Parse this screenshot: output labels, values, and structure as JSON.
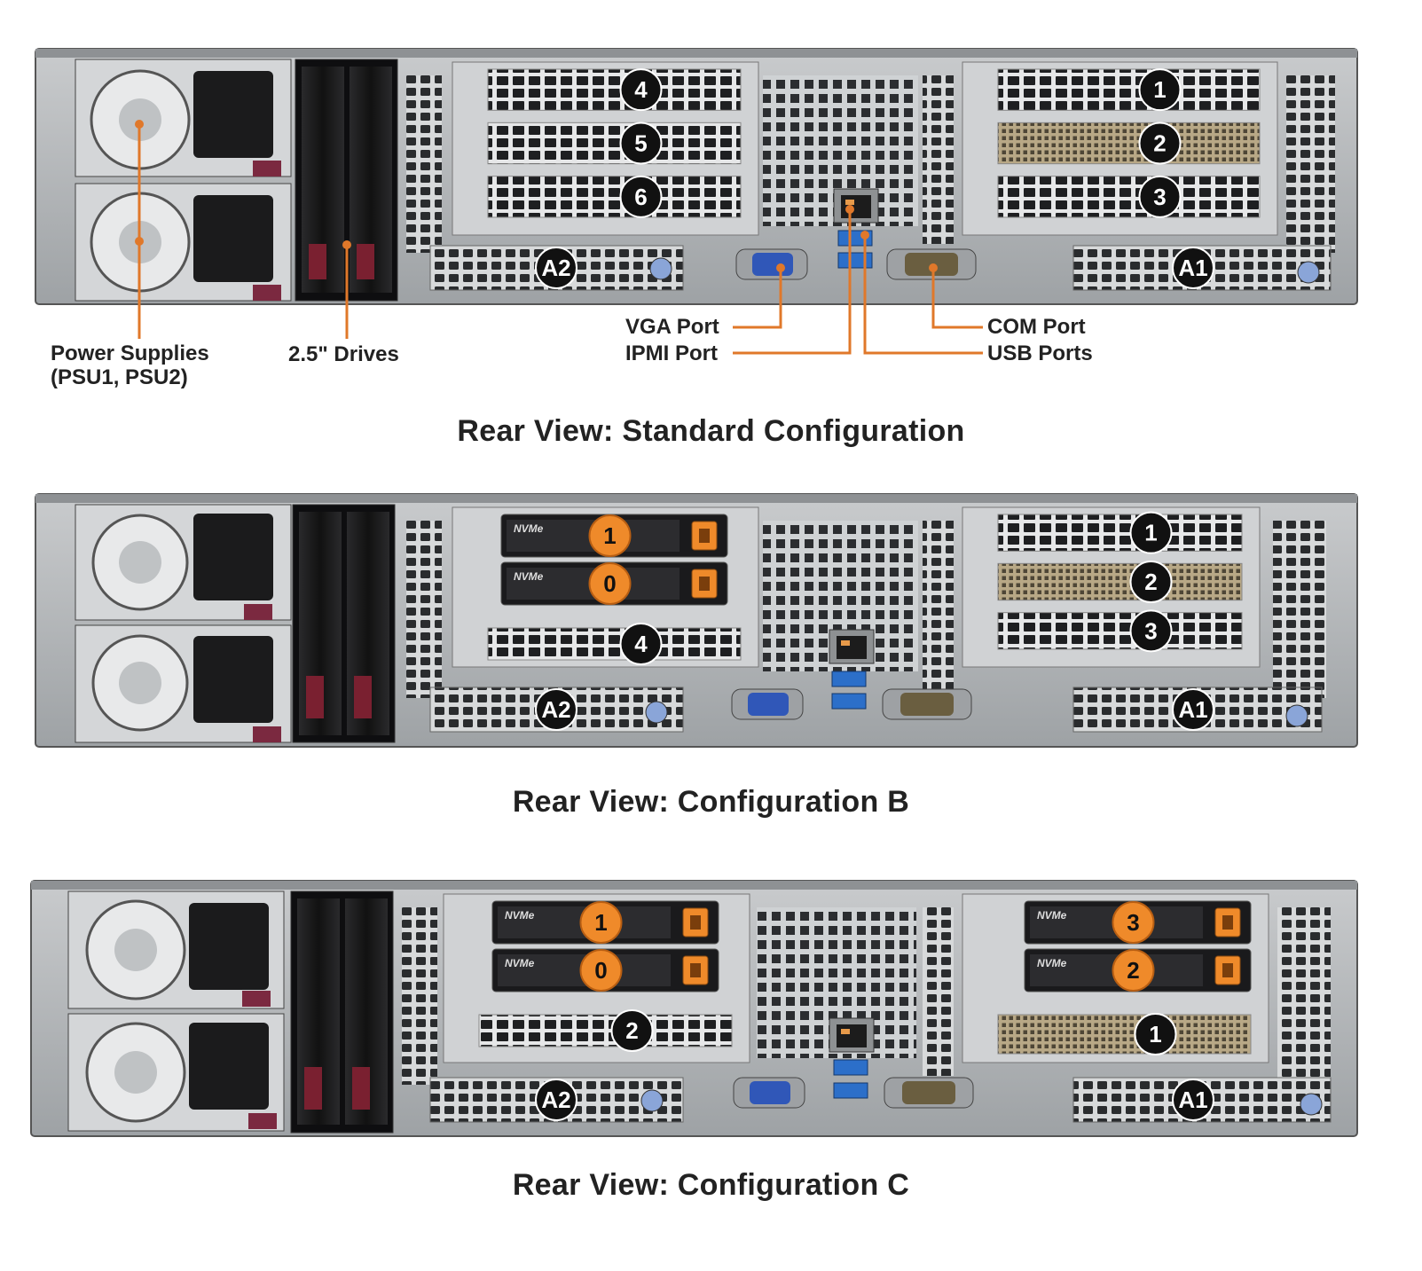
{
  "captions": {
    "standard": "Rear View: Standard Configuration",
    "config_b": "Rear View: Configuration B",
    "config_c": "Rear View: Configuration C"
  },
  "callouts": {
    "power_supplies_line1": "Power Supplies",
    "power_supplies_line2": "(PSU1, PSU2)",
    "drives": "2.5\" Drives",
    "vga": "VGA Port",
    "ipmi": "IPMI Port",
    "com": "COM Port",
    "usb": "USB Ports"
  },
  "drive_badge_text": "NVMe",
  "colors": {
    "callout_line": "#e0782a",
    "nvme_badge": "#ef8a2a",
    "slot_badge": "#111111",
    "chassis": "#b9bcbe"
  },
  "views": [
    {
      "id": "standard",
      "left_slots": [
        "4",
        "5",
        "6"
      ],
      "right_slots": [
        "1",
        "2",
        "3"
      ],
      "left_nvme": [],
      "right_nvme": [],
      "aoc_left": "A2",
      "aoc_right": "A1"
    },
    {
      "id": "config_b",
      "left_slots": [
        "4"
      ],
      "right_slots": [
        "1",
        "2",
        "3"
      ],
      "left_nvme": [
        "1",
        "0"
      ],
      "right_nvme": [],
      "aoc_left": "A2",
      "aoc_right": "A1"
    },
    {
      "id": "config_c",
      "left_slots": [
        "2"
      ],
      "right_slots": [
        "1"
      ],
      "left_nvme": [
        "1",
        "0"
      ],
      "right_nvme": [
        "3",
        "2"
      ],
      "aoc_left": "A2",
      "aoc_right": "A1"
    }
  ]
}
